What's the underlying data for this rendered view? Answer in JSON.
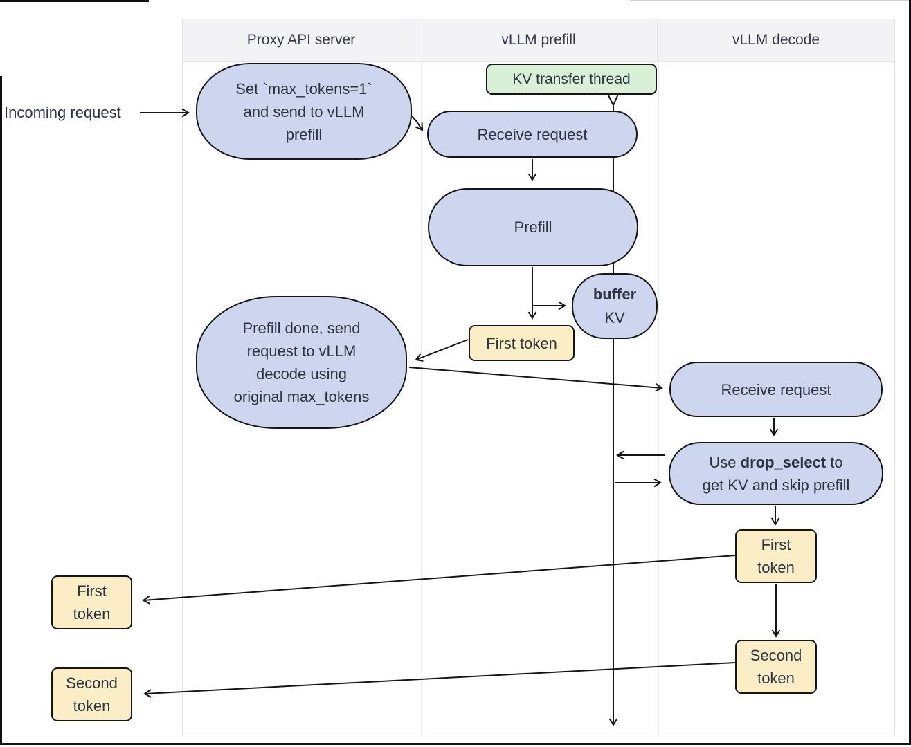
{
  "labels": {
    "incoming": "Incoming request"
  },
  "lanes": [
    {
      "label": "Proxy API server"
    },
    {
      "label": "vLLM prefill"
    },
    {
      "label": "vLLM decode"
    }
  ],
  "nodes": {
    "kv_thread": {
      "text": "KV transfer thread"
    },
    "set_max_tokens": {
      "text": "Set `max_tokens=1`\nand send to vLLM\nprefill"
    },
    "receive_prefill": {
      "text": "Receive request"
    },
    "prefill": {
      "text": "Prefill"
    },
    "buffer_kv": {
      "bold": "buffer",
      "rest": "KV"
    },
    "first_token_prefill": {
      "text": "First token"
    },
    "prefill_done": {
      "text": "Prefill done, send\nrequest to vLLM\ndecode using\noriginal max_tokens"
    },
    "receive_decode": {
      "text": "Receive request"
    },
    "drop_select": {
      "line1_pre": "Use ",
      "line1_bold": "drop_select",
      "line1_post": " to",
      "line2": "get KV and skip prefill"
    },
    "first_token_decode": {
      "text": "First\ntoken"
    },
    "second_token_decode": {
      "text": "Second\ntoken"
    },
    "first_token_out": {
      "text": "First\ntoken"
    },
    "second_token_out": {
      "text": "Second\ntoken"
    }
  },
  "colors": {
    "node_fill": "#ced6ef",
    "token_fill": "#fbeec6",
    "thread_fill": "#d7f0d6",
    "outline": "#151515",
    "lane_header_bg": "#f3f3f5",
    "lane_border": "#e4e4e8",
    "text": "#2d3343"
  }
}
